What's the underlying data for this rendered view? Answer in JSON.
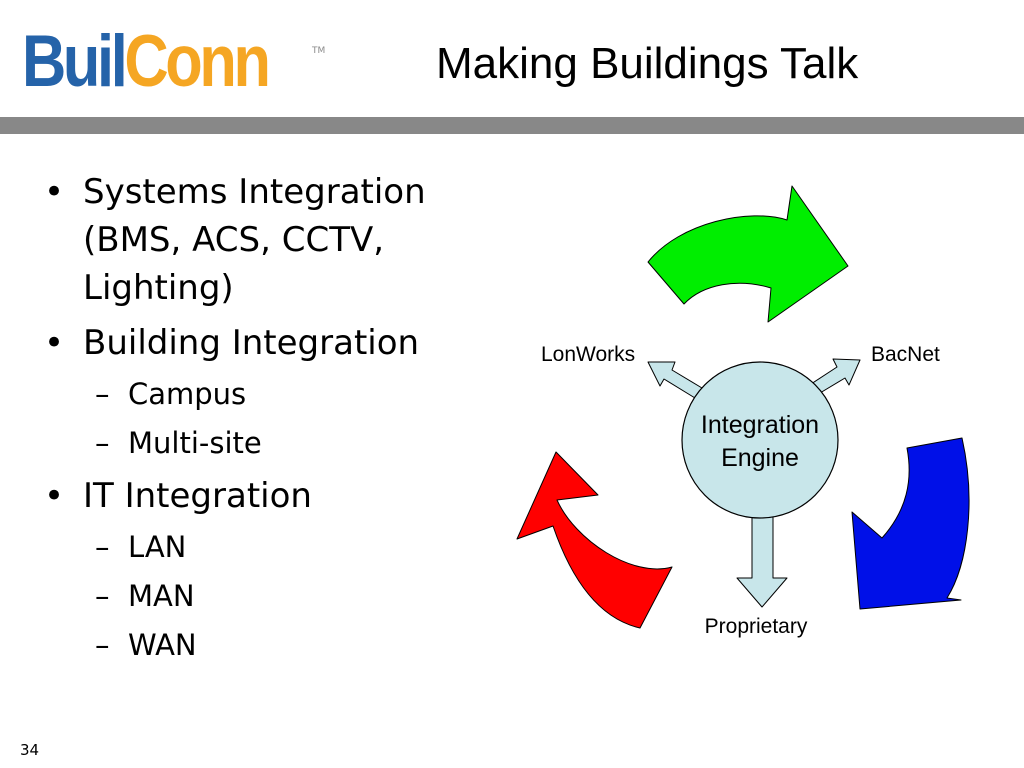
{
  "logo": {
    "part1": "Buil",
    "part2": "Conn",
    "tm": "TM"
  },
  "title": "Making Buildings Talk",
  "colors": {
    "logo_blue": "#2563a9",
    "logo_orange": "#f5a623",
    "rule_gray": "#888888",
    "arrow_green": "#00ee00",
    "arrow_blue": "#0010e8",
    "arrow_red": "#ff0000",
    "engine_fill": "#c8e6ea"
  },
  "bullets": [
    {
      "text": "Systems Integration (BMS, ACS, CCTV, Lighting)",
      "subs": []
    },
    {
      "text": "Building Integration",
      "subs": [
        "Campus",
        "Multi-site"
      ]
    },
    {
      "text": "IT Integration",
      "subs": [
        "LAN",
        "MAN",
        "WAN"
      ]
    }
  ],
  "diagram": {
    "engine_line1": "Integration",
    "engine_line2": "Engine",
    "label_left": "LonWorks",
    "label_right": "BacNet",
    "label_bottom": "Proprietary"
  },
  "page_number": "34"
}
